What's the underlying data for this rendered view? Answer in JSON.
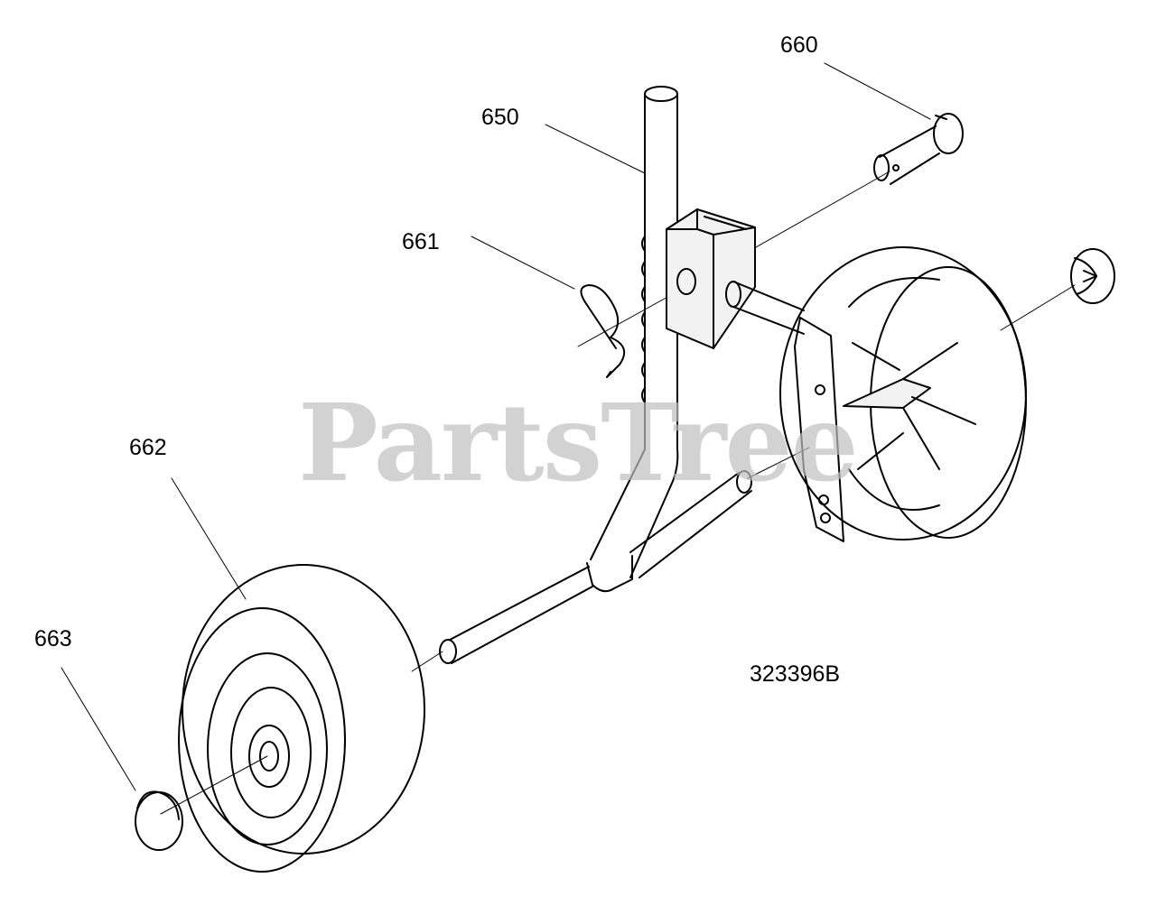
{
  "diagram": {
    "callouts": [
      {
        "id": "650",
        "label": "650"
      },
      {
        "id": "660",
        "label": "660"
      },
      {
        "id": "661",
        "label": "661"
      },
      {
        "id": "662",
        "label": "662"
      },
      {
        "id": "663",
        "label": "663"
      }
    ],
    "drawing_number": "323396B",
    "watermark": "PartsTree"
  },
  "colors": {
    "line": "#000000",
    "background": "#ffffff",
    "bracket_fill": "#f2f2f2",
    "watermark": "#bfbfbf"
  }
}
